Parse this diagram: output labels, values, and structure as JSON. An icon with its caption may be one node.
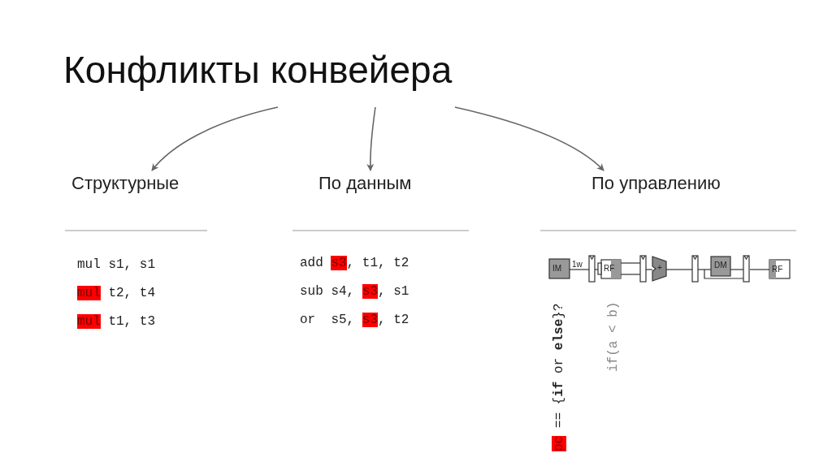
{
  "diagram": {
    "nodes": [
      {
        "text": [
          "Конфликты конвейера"
        ]
      },
      {
        "text": [
          "Структурные"
        ]
      },
      {
        "text": [
          "По данным"
        ]
      },
      {
        "text": [
          "По управлению"
        ]
      }
    ],
    "edges": [
      {
        "from": 0,
        "to": 1,
        "arrow": "to"
      },
      {
        "from": 0,
        "to": 2,
        "arrow": "to"
      },
      {
        "from": 0,
        "to": 3,
        "arrow": "to"
      }
    ],
    "labels": [
      "mul s1, s1",
      "mul t2, t4",
      "mul t1, t3",
      "add s3, t1, t2",
      "sub s4, s3, s1",
      "or  s5, s3, t2",
      "IM",
      "1w",
      "RF",
      "+",
      "DM",
      "RF",
      "pc == {**if** or **else**}?",
      "if(a < b)"
    ]
  }
}
